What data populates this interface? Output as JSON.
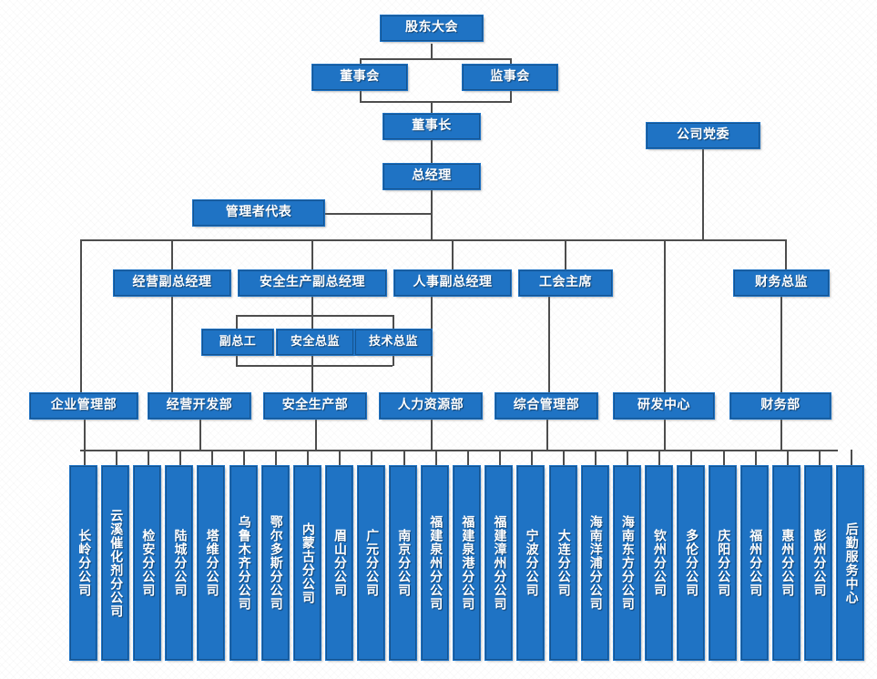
{
  "meta": {
    "title": "公司组织架构图",
    "accent_color": "#1f73c4",
    "border_color": "#15538f",
    "line_color": "#4d4d4d",
    "text_color": "#ffffff"
  },
  "nodes": {
    "shareholders_meeting": "股东大会",
    "board_of_directors": "董事会",
    "board_of_supervisors": "监事会",
    "chairman": "董事长",
    "general_manager": "总经理",
    "management_representative": "管理者代表",
    "party_committee": "公司党委",
    "vp_operations": "经营副总经理",
    "vp_safety_production": "安全生产副总经理",
    "vp_hr": "人事副总经理",
    "union_chairman": "工会主席",
    "cfo": "财务总监",
    "deputy_chief_engineer": "副总工",
    "safety_director": "安全总监",
    "technical_director": "技术总监"
  },
  "departments": [
    "企业管理部",
    "经营开发部",
    "安全生产部",
    "人力资源部",
    "综合管理部",
    "研发中心",
    "财务部"
  ],
  "branches": [
    "长岭分公司",
    "云溪催化剂分公司",
    "检安分公司",
    "陆城分公司",
    "塔维分公司",
    "乌鲁木齐分公司",
    "鄂尔多斯分公司",
    "内蒙古分公司",
    "眉山分公司",
    "广元分公司",
    "南京分公司",
    "福建泉州分公司",
    "福建泉港分公司",
    "福建漳州分公司",
    "宁波分公司",
    "大连分公司",
    "海南洋浦分公司",
    "海南东方分公司",
    "钦州分公司",
    "多伦分公司",
    "庆阳分公司",
    "福州分公司",
    "惠州分公司",
    "彭州分公司",
    "后勤服务中心"
  ]
}
